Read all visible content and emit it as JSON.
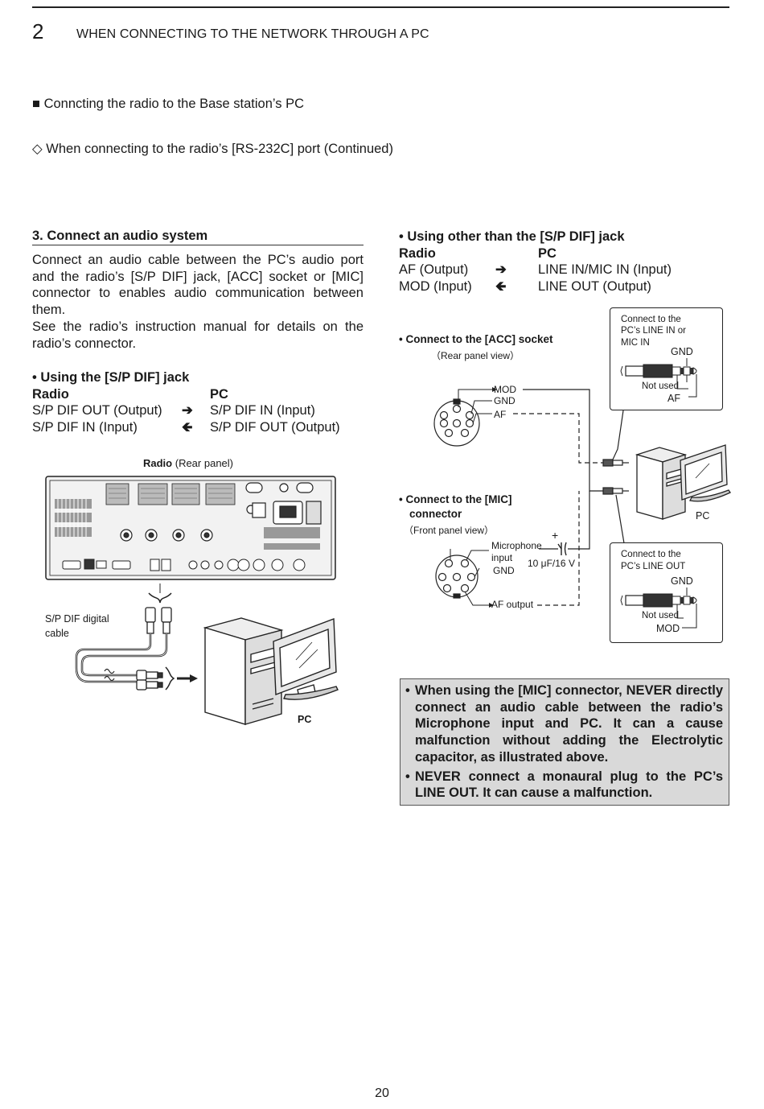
{
  "header": {
    "chapter_number": "2",
    "chapter_title": "WHEN CONNECTING TO THE NETWORK THROUGH A PC"
  },
  "section": {
    "title_bullet": "■",
    "title": "Conncting the radio to the Base station’s PC",
    "sub_bullet": "◇",
    "subtitle": "When connecting to the radio’s [RS-232C] port (Continued)"
  },
  "step3": {
    "title": "3. Connect an audio system",
    "para1": "Connect an audio cable between the PC’s audio port and the radio’s [S/P DIF] jack, [ACC] socket or [MIC] connector to enables audio communication between them.",
    "para2": "See the radio’s instruction manual for details on the radio’s connector."
  },
  "spdif": {
    "heading": "• Using the [S/P DIF] jack",
    "col_radio": "Radio",
    "col_pc": "PC",
    "rows": [
      {
        "radio": "S/P DIF OUT (Output)",
        "arrow": "➔",
        "pc": "S/P DIF IN (Input)"
      },
      {
        "radio": "S/P DIF IN (Input)",
        "arrow": "🡸",
        "pc": "S/P DIF OUT (Output)"
      }
    ]
  },
  "other": {
    "heading": "• Using other than the [S/P DIF] jack",
    "col_radio": "Radio",
    "col_pc": "PC",
    "rows": [
      {
        "radio": "AF (Output)",
        "arrow": "➔",
        "pc": "LINE IN/MIC IN (Input)"
      },
      {
        "radio": "MOD (Input)",
        "arrow": "🡸",
        "pc": "LINE OUT (Output)"
      }
    ]
  },
  "left_figure": {
    "radio_caption_bold": "Radio",
    "radio_caption_rest": " (Rear panel)",
    "cable_label_1": "S/P DIF digital",
    "cable_label_2": "cable",
    "pc_label": "PC"
  },
  "right_figure": {
    "acc_heading": "• Connect to the [ACC] socket",
    "acc_view": "（Rear panel view）",
    "acc_pins": [
      "MOD",
      "GND",
      "AF"
    ],
    "mic_heading_1": "• Connect to the [MIC]",
    "mic_heading_2": "connector",
    "mic_view": "（Front panel view）",
    "mic_input_1": "Microphone",
    "mic_input_2": "input",
    "mic_gnd": "GND",
    "mic_af": "AF output",
    "capacitor": "10 μF/16 V",
    "plus": "+",
    "box1": {
      "l1": "Connect to the",
      "l2": "PC’s LINE IN or",
      "l3": "MIC IN",
      "gnd": "GND",
      "not_used": "Not used",
      "sig": "AF"
    },
    "box2": {
      "l1": "Connect to the",
      "l2": "PC’s LINE OUT",
      "gnd": "GND",
      "not_used": "Not used",
      "sig": "MOD"
    },
    "pc_label": "PC"
  },
  "note": {
    "bullet": "•",
    "items": [
      "When using the [MIC] connector, NEVER directly connect an audio cable between the radio’s Microphone input and PC. It can a cause malfunction without adding the Electrolytic capacitor, as illustrated above.",
      "NEVER connect a monaural plug to the PC’s LINE OUT. It can cause a malfunction."
    ]
  },
  "page_number": "20"
}
